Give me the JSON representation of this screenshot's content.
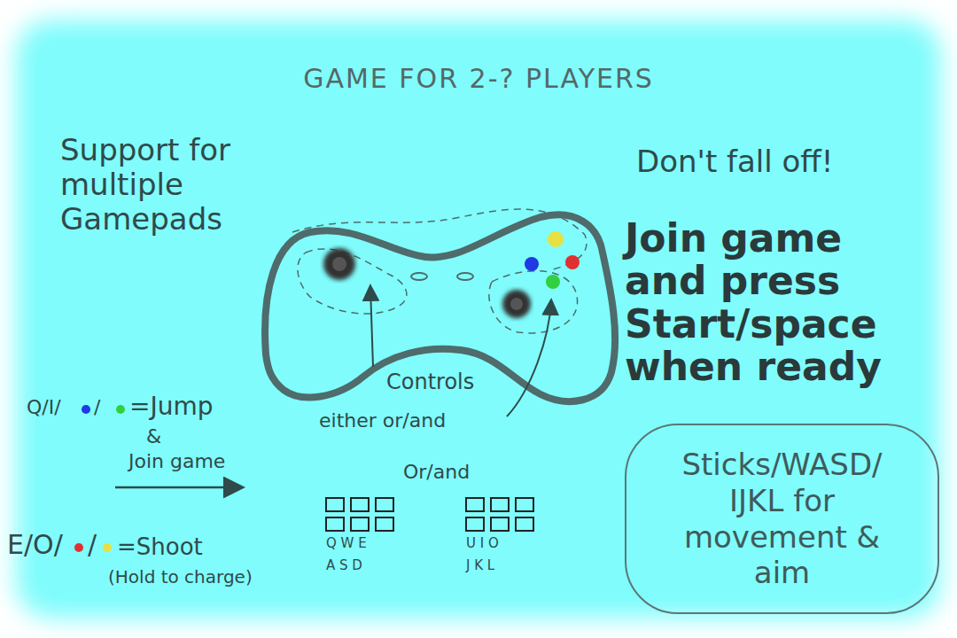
{
  "diagram": {
    "title": "GAME FOR 2-? PLAYERS",
    "nodes": [
      {
        "text": [
          "Sticks/WASD/ IJKL for movement & aim"
        ]
      }
    ],
    "labels": [
      "Support for multiple Gamepads",
      "Don't fall off!",
      "Join game and press Start/space when ready",
      "Controls",
      "either or/and",
      "Q/I/",
      "/",
      "=Jump",
      "&",
      "Join game",
      "E/O/",
      "/",
      "=Shoot",
      "(Hold to charge)",
      "Or/and",
      "Q W E",
      "A S D",
      "U I O",
      "J K L"
    ]
  }
}
